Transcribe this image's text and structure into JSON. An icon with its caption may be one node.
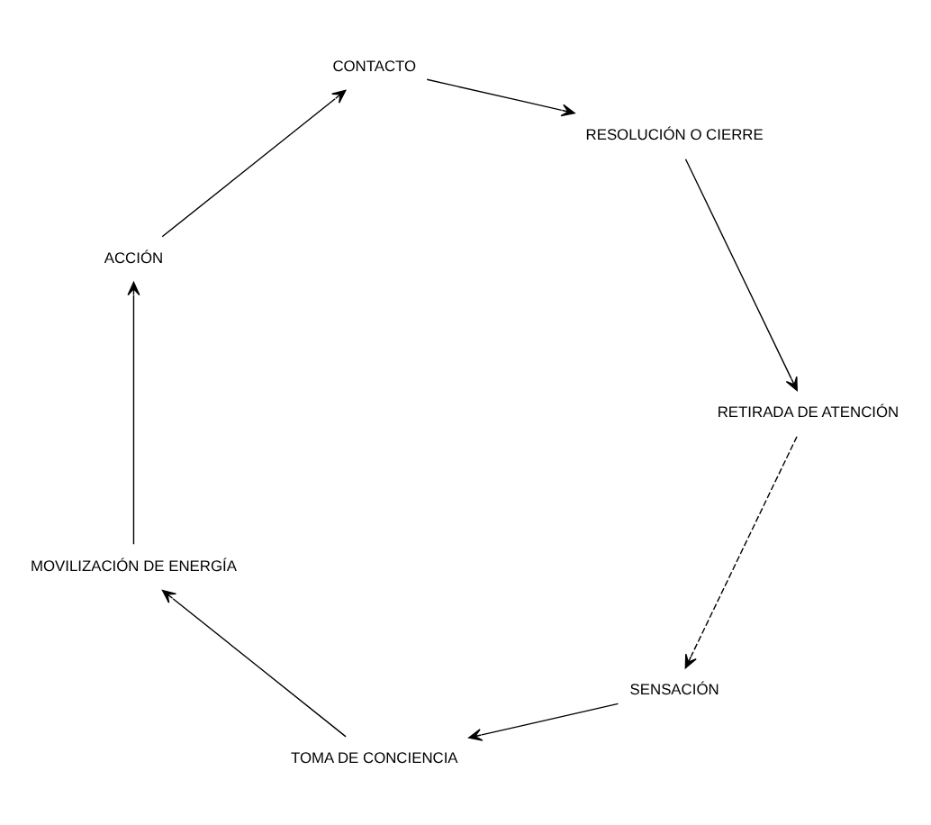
{
  "diagram": {
    "nodes": [
      {
        "text": [
          "SENSACIÓN"
        ]
      },
      {
        "text": [
          "TOMA DE CONCIENCIA"
        ]
      },
      {
        "text": [
          "MOVILIZACIÓN DE ENERGÍA"
        ]
      },
      {
        "text": [
          "ACCIÓN"
        ]
      },
      {
        "text": [
          "CONTACTO"
        ]
      },
      {
        "text": [
          "RESOLUCIÓN O CIERRE"
        ]
      },
      {
        "text": [
          "RETIRADA DE ATENCIÓN"
        ]
      }
    ],
    "edges": [
      {
        "from": 0,
        "to": 1,
        "arrow": "to"
      },
      {
        "from": 1,
        "to": 2,
        "arrow": "to"
      },
      {
        "from": 2,
        "to": 3,
        "arrow": "to"
      },
      {
        "from": 3,
        "to": 4,
        "arrow": "to"
      },
      {
        "from": 4,
        "to": 5,
        "arrow": "to"
      },
      {
        "from": 5,
        "to": 6,
        "arrow": "to"
      },
      {
        "from": 6,
        "to": 0,
        "arrow": "to",
        "style": "dashed"
      }
    ]
  }
}
